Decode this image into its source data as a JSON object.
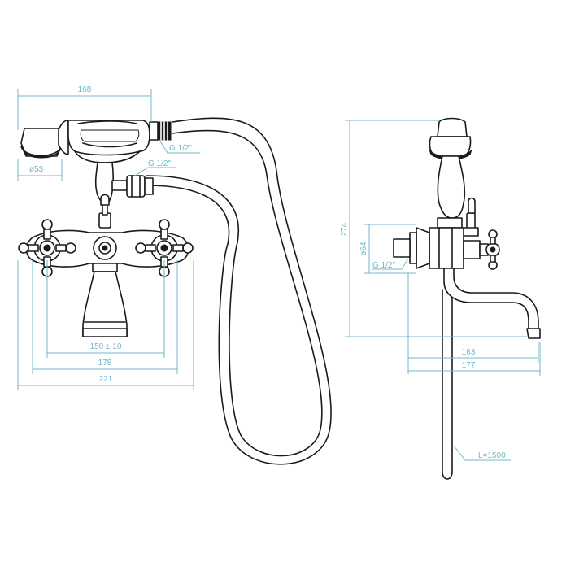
{
  "dimensions": {
    "handshower_width": "168",
    "handshower_diameter": "ø53",
    "hose_thread": "G 1/2\"",
    "outlet_thread": "G 1/2\"",
    "inlet_spacing": "150 ± 10",
    "body_width": "178",
    "overall_width": "221",
    "height": "274",
    "flange_diameter": "ø64",
    "inlet_thread": "G 1/2\"",
    "spout_reach": "163",
    "side_depth": "177",
    "hose_length": "L=1500"
  },
  "colors": {
    "outline": "#1a1a1a",
    "dimension": "#6fb8c7"
  }
}
